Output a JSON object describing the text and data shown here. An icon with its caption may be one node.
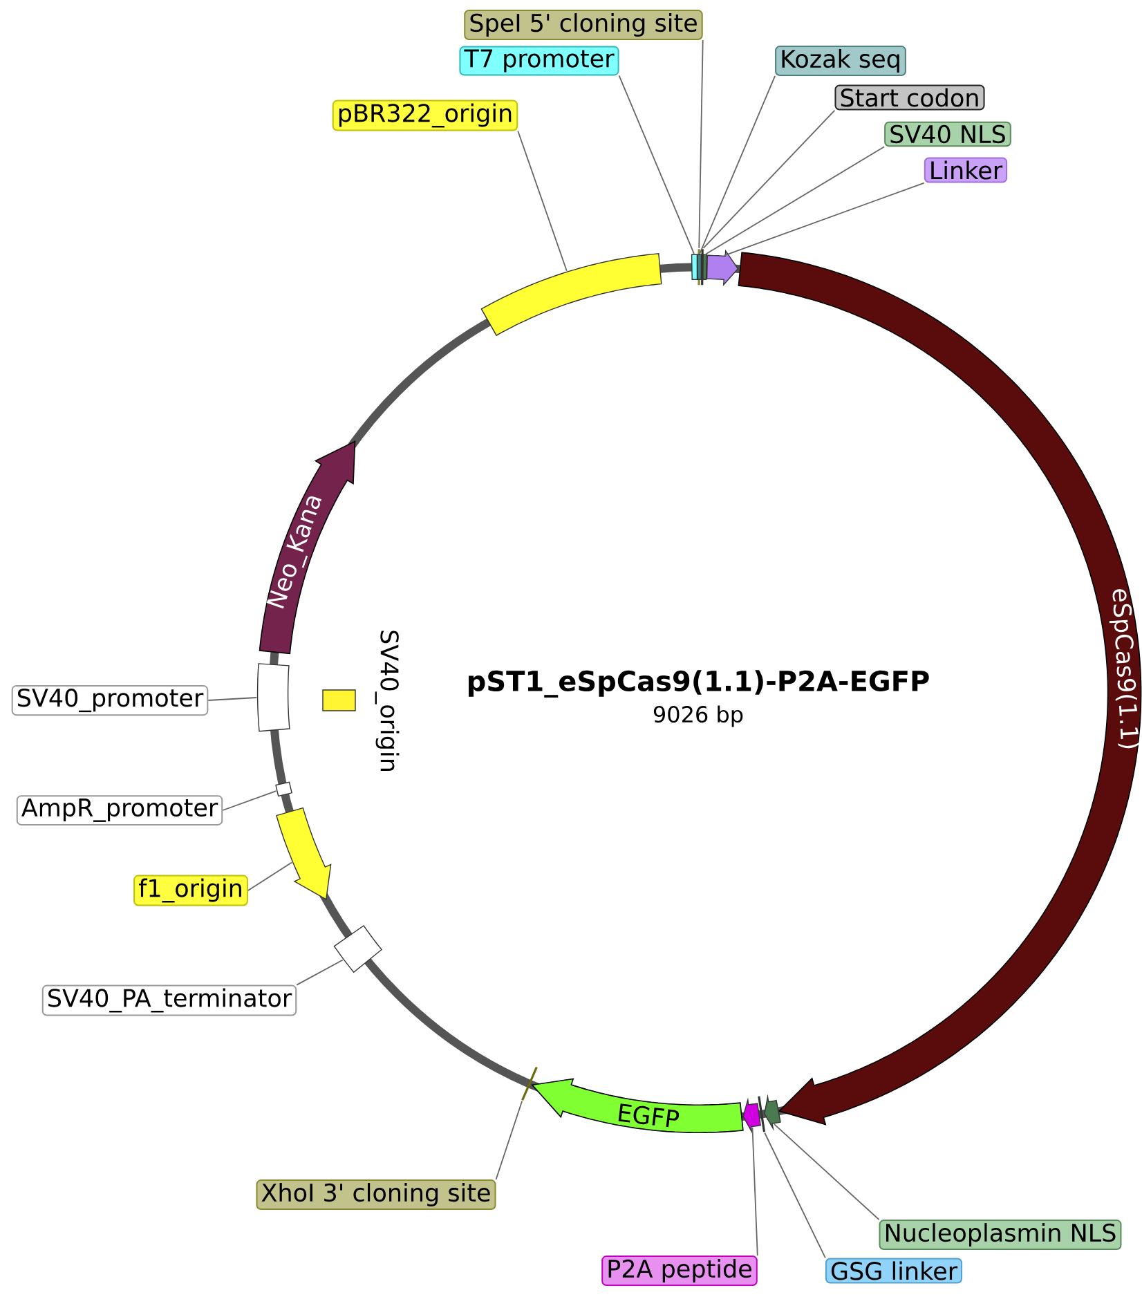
{
  "diagram": {
    "title": "pST1_eSpCas9(1.1)-P2A-EGFP",
    "caption": "9026 bp",
    "nodes": [
      {
        "text": [
          "SpeI 5' cloning site"
        ]
      },
      {
        "text": [
          "T7 promoter"
        ]
      },
      {
        "text": [
          "Kozak seq"
        ]
      },
      {
        "text": [
          "Start codon"
        ]
      },
      {
        "text": [
          "SV40 NLS"
        ]
      },
      {
        "text": [
          "Linker"
        ]
      },
      {
        "text": [
          "pBR322_origin"
        ]
      },
      {
        "text": [
          "SV40_promoter"
        ]
      },
      {
        "text": [
          "AmpR_promoter"
        ]
      },
      {
        "text": [
          "f1_origin"
        ]
      },
      {
        "text": [
          "SV40_PA_terminator"
        ]
      },
      {
        "text": [
          "XhoI 3' cloning site"
        ]
      },
      {
        "text": [
          "P2A peptide"
        ]
      },
      {
        "text": [
          "GSG linker"
        ]
      },
      {
        "text": [
          "Nucleoplasmin NLS"
        ]
      },
      {
        "text": [
          "eSpCas9(1.1)"
        ]
      },
      {
        "text": [
          "EGFP"
        ]
      },
      {
        "text": [
          "Neo_Kana"
        ]
      },
      {
        "text": [
          "SV40_origin"
        ]
      },
      {
        "text": [],
        "shape": "bar"
      },
      {
        "text": [],
        "shape": "box"
      },
      {
        "text": [],
        "shape": "box"
      },
      {
        "text": [],
        "shape": "bar"
      },
      {
        "text": [],
        "shape": "box"
      },
      {
        "text": [],
        "shape": "arrow"
      },
      {
        "text": [],
        "shape": "box"
      },
      {
        "text": [],
        "shape": "box"
      },
      {
        "text": [],
        "shape": "box"
      },
      {
        "text": [],
        "shape": "arrow"
      },
      {
        "text": [],
        "shape": "box"
      },
      {
        "text": [],
        "shape": "bar"
      },
      {
        "text": [],
        "shape": "arrow"
      },
      {
        "text": [],
        "shape": "bar"
      },
      {
        "text": [],
        "shape": "arrow"
      }
    ],
    "edges": [
      {
        "from": 0,
        "to": 19,
        "arrow": "none"
      },
      {
        "from": 1,
        "to": 20,
        "arrow": "none"
      },
      {
        "from": 2,
        "to": 21,
        "arrow": "none"
      },
      {
        "from": 3,
        "to": 22,
        "arrow": "none"
      },
      {
        "from": 4,
        "to": 23,
        "arrow": "none"
      },
      {
        "from": 5,
        "to": 24,
        "arrow": "none"
      },
      {
        "from": 6,
        "to": 25,
        "arrow": "none"
      },
      {
        "from": 7,
        "to": 26,
        "arrow": "none"
      },
      {
        "from": 8,
        "to": 27,
        "arrow": "none"
      },
      {
        "from": 9,
        "to": 28,
        "arrow": "none"
      },
      {
        "from": 10,
        "to": 29,
        "arrow": "none"
      },
      {
        "from": 11,
        "to": 30,
        "arrow": "none"
      },
      {
        "from": 12,
        "to": 31,
        "arrow": "none"
      },
      {
        "from": 13,
        "to": 32,
        "arrow": "none"
      },
      {
        "from": 14,
        "to": 33,
        "arrow": "none"
      }
    ]
  }
}
